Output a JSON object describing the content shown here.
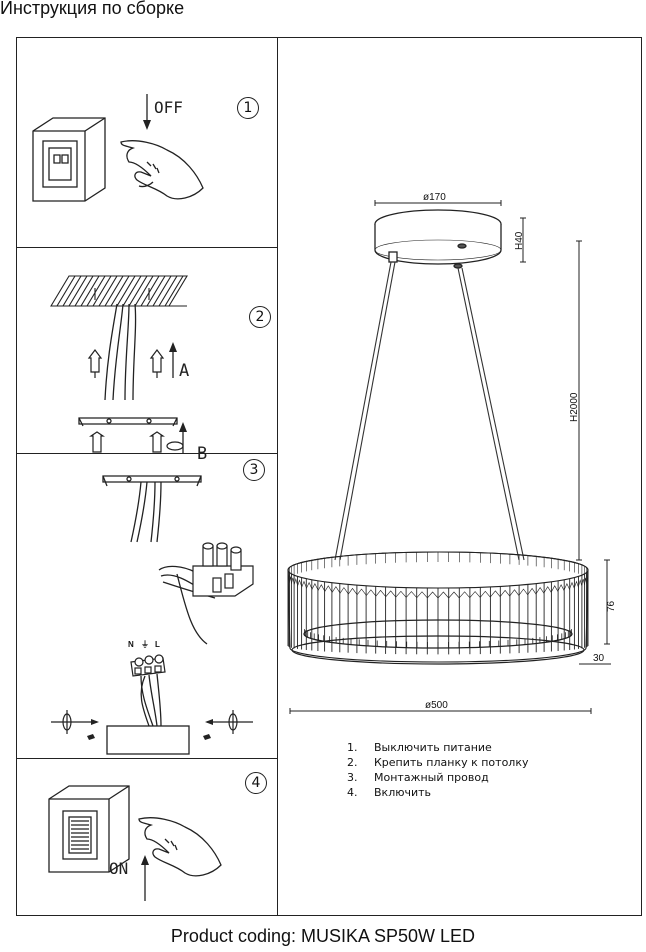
{
  "header": {
    "title": "Инструкция по сборке"
  },
  "footer": {
    "product_coding": "Product coding: MUSIKA SP50W LED"
  },
  "panels": [
    {
      "number": "1",
      "label": "OFF"
    },
    {
      "number": "2",
      "label_a": "A",
      "label_b": "B"
    },
    {
      "number": "3",
      "wire_labels": [
        "N",
        "⏚",
        "L"
      ]
    },
    {
      "number": "4",
      "label": "ON"
    }
  ],
  "dimensions": {
    "canopy_diameter": "ø170",
    "canopy_height": "H40",
    "total_height": "H2000",
    "ring_height": "76",
    "ring_width": "30",
    "ring_diameter": "ø500"
  },
  "steps": [
    {
      "n": "1.",
      "text": "Выключить питание"
    },
    {
      "n": "2.",
      "text": "Крепить планку к потолку"
    },
    {
      "n": "3.",
      "text": "Монтажный провод"
    },
    {
      "n": "4.",
      "text": "Включить"
    }
  ]
}
